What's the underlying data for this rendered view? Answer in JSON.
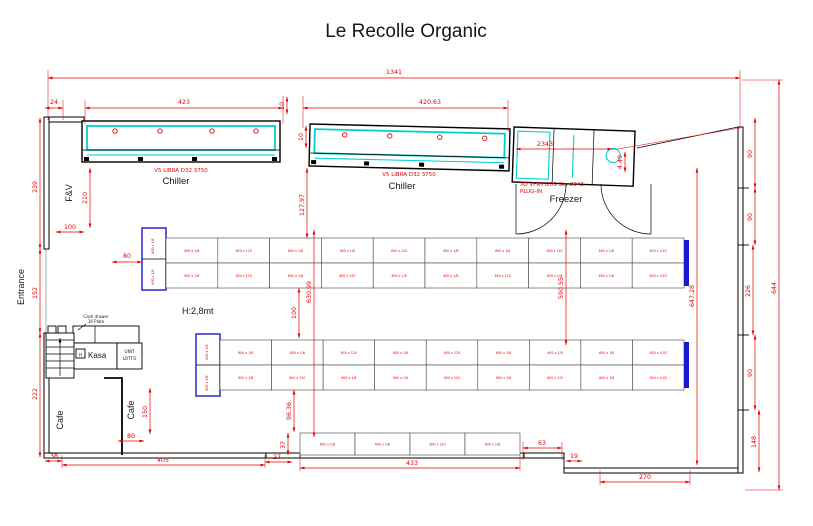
{
  "title": "Le Recolle Organic",
  "colors": {
    "dimension": "#e60000",
    "wall": "#000000",
    "chiller_accent": "#00cfcf",
    "shelf_end": "#1a1acc"
  },
  "rooms": {
    "fv_label": "F&V",
    "entrance_label": "Entrance",
    "height_note": "H:2,8mt",
    "kasa_label": "Kasa",
    "kasa_h": "H",
    "unit_line1": "UNIT",
    "unit_line2": "LOTTO",
    "cash_note_line1": "Cash drawer",
    "cash_note_line2": "16 Plate",
    "cafe_left_label": "Cafe",
    "cafe_right_label": "Cafe"
  },
  "fixtures": {
    "chiller1": {
      "model": "V5 LIBRA D32 3750",
      "name": "Chiller"
    },
    "chiller2": {
      "model": "V5 LIBRA D32 3750",
      "name": "Chiller"
    },
    "freezer": {
      "model": "XO VFR-H20S Sky 2343",
      "note": "PLUG-IN",
      "name": "Freezer"
    }
  },
  "dims": {
    "total": "1341",
    "offset_24": "24",
    "chiller1_w": "423",
    "chiller2_w": "420.63",
    "gap_10a": "10",
    "gap_10b": "10",
    "freezer_2343": "2343",
    "freezer_449": "4.49",
    "left_239": "239",
    "left_152": "152",
    "left_222": "222",
    "fv_210": "210",
    "fv_100": "100",
    "shelf_80": "80",
    "mid_12797": "127.97",
    "mid_63099": "630.99",
    "mid_100": "100",
    "mid_9636": "96.36",
    "mid_37": "37",
    "mid_27": "27",
    "mid_59055": "590.55",
    "mid_64728": "647.28",
    "right_90a": "90",
    "right_90b": "90",
    "right_226": "226",
    "right_90c": "90",
    "right_148": "148",
    "right_644": "644",
    "bot_38": "38",
    "bot_405": "405",
    "bot_433": "433",
    "bot_63": "63",
    "bot_19": "19",
    "bot_270": "270",
    "cafe_150": "150",
    "cafe_80": "80"
  },
  "shelves": {
    "end_unit1_labels": [
      "600 x 1/8",
      "600 x 1/8"
    ],
    "end_unit2_labels": [
      "600 x 1/8",
      "600 x 1/8"
    ],
    "rows": [
      {
        "labels": [
          "600 x 1/8",
          "600 x 120",
          "600 x 1/8",
          "600 x 1/8",
          "600 x 120",
          "600 x 1/8",
          "600 x 1/8",
          "600 x 120",
          "600 x 1/8",
          "600 x 1/43"
        ]
      },
      {
        "labels": [
          "600 x 1/8",
          "600 x 120",
          "600 x 1/8",
          "600 x 120",
          "600 x 1/8",
          "600 x 1/8",
          "600 x 120",
          "600 x 1/8",
          "600 x 1/8",
          "600 x 1/43"
        ]
      },
      {
        "labels": [
          "600 x 1/8",
          "600 x 1/8",
          "600 x 120",
          "600 x 1/8",
          "600 x 120",
          "600 x 1/8",
          "600 x 1/8",
          "600 x 1/8",
          "600 x 1/43"
        ]
      },
      {
        "labels": [
          "600 x 1/8",
          "600 x 120",
          "600 x 1/8",
          "600 x 1/8",
          "600 x 120",
          "600 x 1/8",
          "600 x 120",
          "600 x 1/8",
          "600 x 1/43"
        ]
      },
      {
        "labels": [
          "600 x 1/8",
          "600 x 1/8",
          "600 x 120",
          "600 x 1/8"
        ]
      }
    ]
  }
}
